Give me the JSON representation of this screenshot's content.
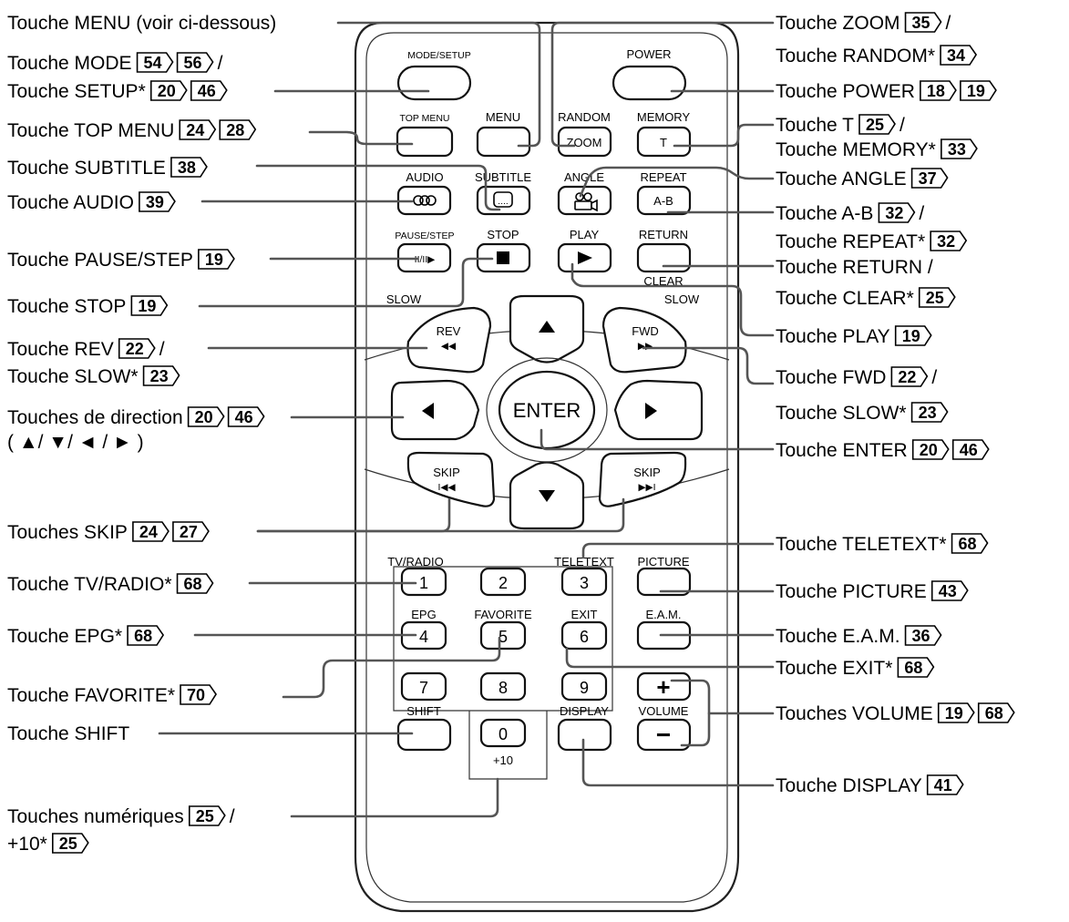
{
  "buttons": {
    "mode_setup": "MODE/SETUP",
    "power": "POWER",
    "top_menu": "TOP MENU",
    "menu": "MENU",
    "random": "RANDOM",
    "zoom": "ZOOM",
    "memory": "MEMORY",
    "t": "T",
    "audio": "AUDIO",
    "subtitle": "SUBTITLE",
    "angle": "ANGLE",
    "repeat": "REPEAT",
    "a_b": "A-B",
    "pause_step": "PAUSE/STEP",
    "stop": "STOP",
    "play": "PLAY",
    "return": "RETURN",
    "clear": "CLEAR",
    "slow_left": "SLOW",
    "slow_right": "SLOW",
    "rev": "REV",
    "fwd": "FWD",
    "enter": "ENTER",
    "skip_left": "SKIP",
    "skip_right": "SKIP",
    "tv_radio": "TV/RADIO",
    "teletext": "TELETEXT",
    "picture": "PICTURE",
    "epg": "EPG",
    "favorite": "FAVORITE",
    "exit": "EXIT",
    "eam": "E.A.M.",
    "shift": "SHIFT",
    "display": "DISPLAY",
    "volume": "VOLUME",
    "plus10": "+10",
    "plus": "+",
    "minus": "−",
    "n1": "1",
    "n2": "2",
    "n3": "3",
    "n4": "4",
    "n5": "5",
    "n6": "6",
    "n7": "7",
    "n8": "8",
    "n9": "9",
    "n0": "0"
  },
  "left_labels": [
    {
      "text": "Touche MENU (voir ci-dessous)",
      "pages": []
    },
    {
      "text": "Touche MODE",
      "pages": [
        "54",
        "56"
      ],
      "tail": "/"
    },
    {
      "text": "Touche SETUP*",
      "pages": [
        "20",
        "46"
      ]
    },
    {
      "text": "Touche TOP MENU",
      "pages": [
        "24",
        "28"
      ]
    },
    {
      "text": "Touche SUBTITLE",
      "pages": [
        "38"
      ]
    },
    {
      "text": "Touche AUDIO",
      "pages": [
        "39"
      ]
    },
    {
      "text": "Touche PAUSE/STEP",
      "pages": [
        "19"
      ]
    },
    {
      "text": "Touche STOP",
      "pages": [
        "19"
      ]
    },
    {
      "text": "Touche REV",
      "pages": [
        "22"
      ],
      "tail": "/"
    },
    {
      "text": "Touche SLOW*",
      "pages": [
        "23"
      ]
    },
    {
      "text": "Touches de direction",
      "pages": [
        "20",
        "46"
      ]
    },
    {
      "text": "( ▲/ ▼/ ◄ / ► )",
      "pages": []
    },
    {
      "text": "Touches SKIP",
      "pages": [
        "24",
        "27"
      ]
    },
    {
      "text": "Touche TV/RADIO*",
      "pages": [
        "68"
      ]
    },
    {
      "text": "Touche EPG*",
      "pages": [
        "68"
      ]
    },
    {
      "text": "Touche FAVORITE*",
      "pages": [
        "70"
      ]
    },
    {
      "text": "Touche SHIFT",
      "pages": []
    },
    {
      "text": "Touches numériques",
      "pages": [
        "25"
      ],
      "tail": "/"
    },
    {
      "text": "+10*",
      "pages": [
        "25"
      ]
    }
  ],
  "right_labels": [
    {
      "text": "Touche ZOOM",
      "pages": [
        "35"
      ],
      "tail": "/"
    },
    {
      "text": "Touche RANDOM*",
      "pages": [
        "34"
      ]
    },
    {
      "text": "Touche POWER",
      "pages": [
        "18",
        "19"
      ]
    },
    {
      "text": "Touche T",
      "pages": [
        "25"
      ],
      "tail": "/"
    },
    {
      "text": "Touche MEMORY*",
      "pages": [
        "33"
      ]
    },
    {
      "text": "Touche ANGLE",
      "pages": [
        "37"
      ]
    },
    {
      "text": "Touche A-B",
      "pages": [
        "32"
      ],
      "tail": "/"
    },
    {
      "text": "Touche REPEAT*",
      "pages": [
        "32"
      ]
    },
    {
      "text": "Touche RETURN /",
      "pages": []
    },
    {
      "text": "Touche CLEAR*",
      "pages": [
        "25"
      ]
    },
    {
      "text": "Touche PLAY",
      "pages": [
        "19"
      ]
    },
    {
      "text": "Touche FWD",
      "pages": [
        "22"
      ],
      "tail": "/"
    },
    {
      "text": "Touche SLOW*",
      "pages": [
        "23"
      ]
    },
    {
      "text": "Touche ENTER",
      "pages": [
        "20",
        "46"
      ]
    },
    {
      "text": "Touche TELETEXT*",
      "pages": [
        "68"
      ]
    },
    {
      "text": "Touche PICTURE",
      "pages": [
        "43"
      ]
    },
    {
      "text": "Touche E.A.M.",
      "pages": [
        "36"
      ]
    },
    {
      "text": "Touche EXIT*",
      "pages": [
        "68"
      ]
    },
    {
      "text": "Touches VOLUME",
      "pages": [
        "19",
        "68"
      ]
    },
    {
      "text": "Touche DISPLAY",
      "pages": [
        "41"
      ]
    }
  ]
}
